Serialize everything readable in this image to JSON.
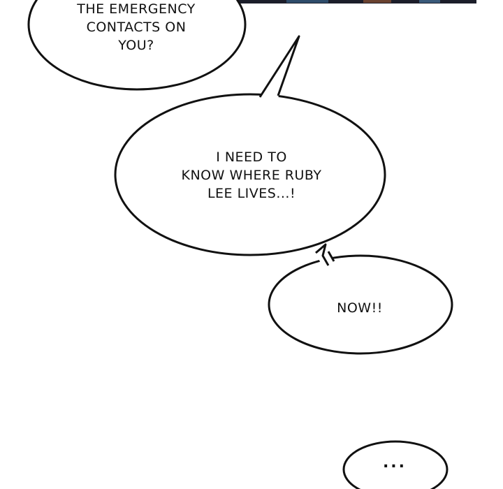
{
  "bubbles": [
    {
      "id": "bubble-1",
      "lines": [
        "THE EMERGENCY",
        "CONTACTS ON",
        "YOU?"
      ]
    },
    {
      "id": "bubble-2",
      "lines": [
        "I NEED TO",
        "KNOW WHERE RUBY",
        "LEE LIVES...!"
      ]
    },
    {
      "id": "bubble-3",
      "lines": [
        "NOW!!"
      ]
    },
    {
      "id": "bubble-4",
      "lines": [
        "..."
      ]
    }
  ],
  "colors": {
    "ink": "#111111",
    "paper": "#ffffff"
  }
}
